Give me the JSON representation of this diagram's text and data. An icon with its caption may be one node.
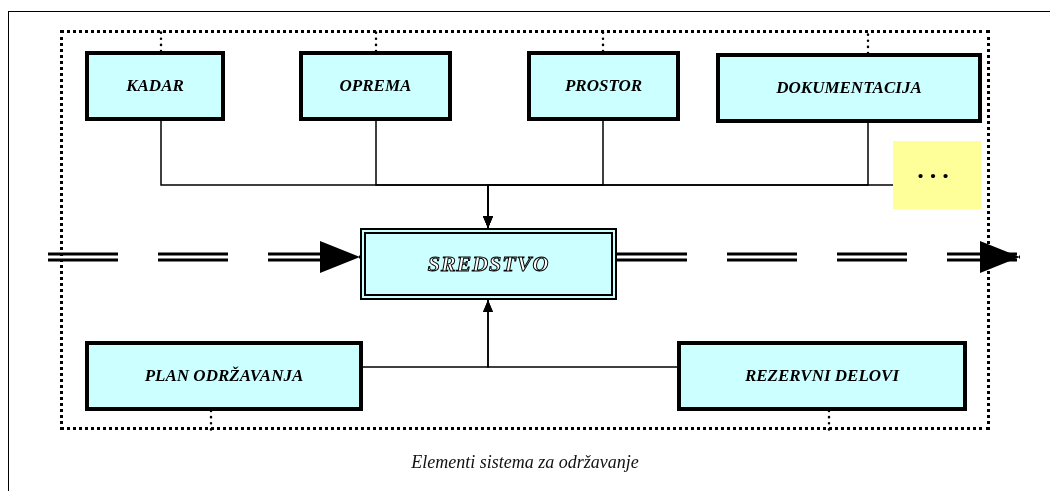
{
  "diagram": {
    "caption": "Elementi sistema za održavanje",
    "nodes": [
      {
        "text": [],
        "shape": "box"
      },
      {
        "text": [
          "KADAR"
        ],
        "in": 0
      },
      {
        "text": [
          "OPREMA"
        ],
        "in": 0
      },
      {
        "text": [
          "PROSTOR"
        ],
        "in": 0
      },
      {
        "text": [
          "DOKUMENTACIJA"
        ],
        "in": 0
      },
      {
        "text": [
          "..."
        ],
        "in": 0
      },
      {
        "text": [
          "SREDSTVO"
        ],
        "in": 0
      },
      {
        "text": [
          "PLAN ODRŽAVANJA"
        ],
        "in": 0
      },
      {
        "text": [
          "REZERVNI DELOVI"
        ],
        "in": 0
      }
    ],
    "edges": [
      {
        "from": 1,
        "to": 6,
        "arrow": "to"
      },
      {
        "from": 2,
        "to": 6,
        "arrow": "to"
      },
      {
        "from": 3,
        "to": 6,
        "arrow": "to"
      },
      {
        "from": 4,
        "to": 6,
        "arrow": "to"
      },
      {
        "from": 5,
        "to": 6,
        "arrow": "to"
      },
      {
        "from": 7,
        "to": 6,
        "arrow": "to"
      },
      {
        "from": 8,
        "to": 6,
        "arrow": "to"
      },
      {
        "from": null,
        "to": 6,
        "arrow": "to",
        "style": "dashed"
      },
      {
        "from": 6,
        "to": null,
        "arrow": "to",
        "style": "dashed"
      },
      {
        "from": 1,
        "to": 0,
        "arrow": "none",
        "style": "dashed"
      },
      {
        "from": 2,
        "to": 0,
        "arrow": "none",
        "style": "dashed"
      },
      {
        "from": 3,
        "to": 0,
        "arrow": "none",
        "style": "dashed"
      },
      {
        "from": 4,
        "to": 0,
        "arrow": "none",
        "style": "dashed"
      },
      {
        "from": 7,
        "to": 0,
        "arrow": "none",
        "style": "dashed"
      },
      {
        "from": 8,
        "to": 0,
        "arrow": "none",
        "style": "dashed"
      }
    ]
  }
}
